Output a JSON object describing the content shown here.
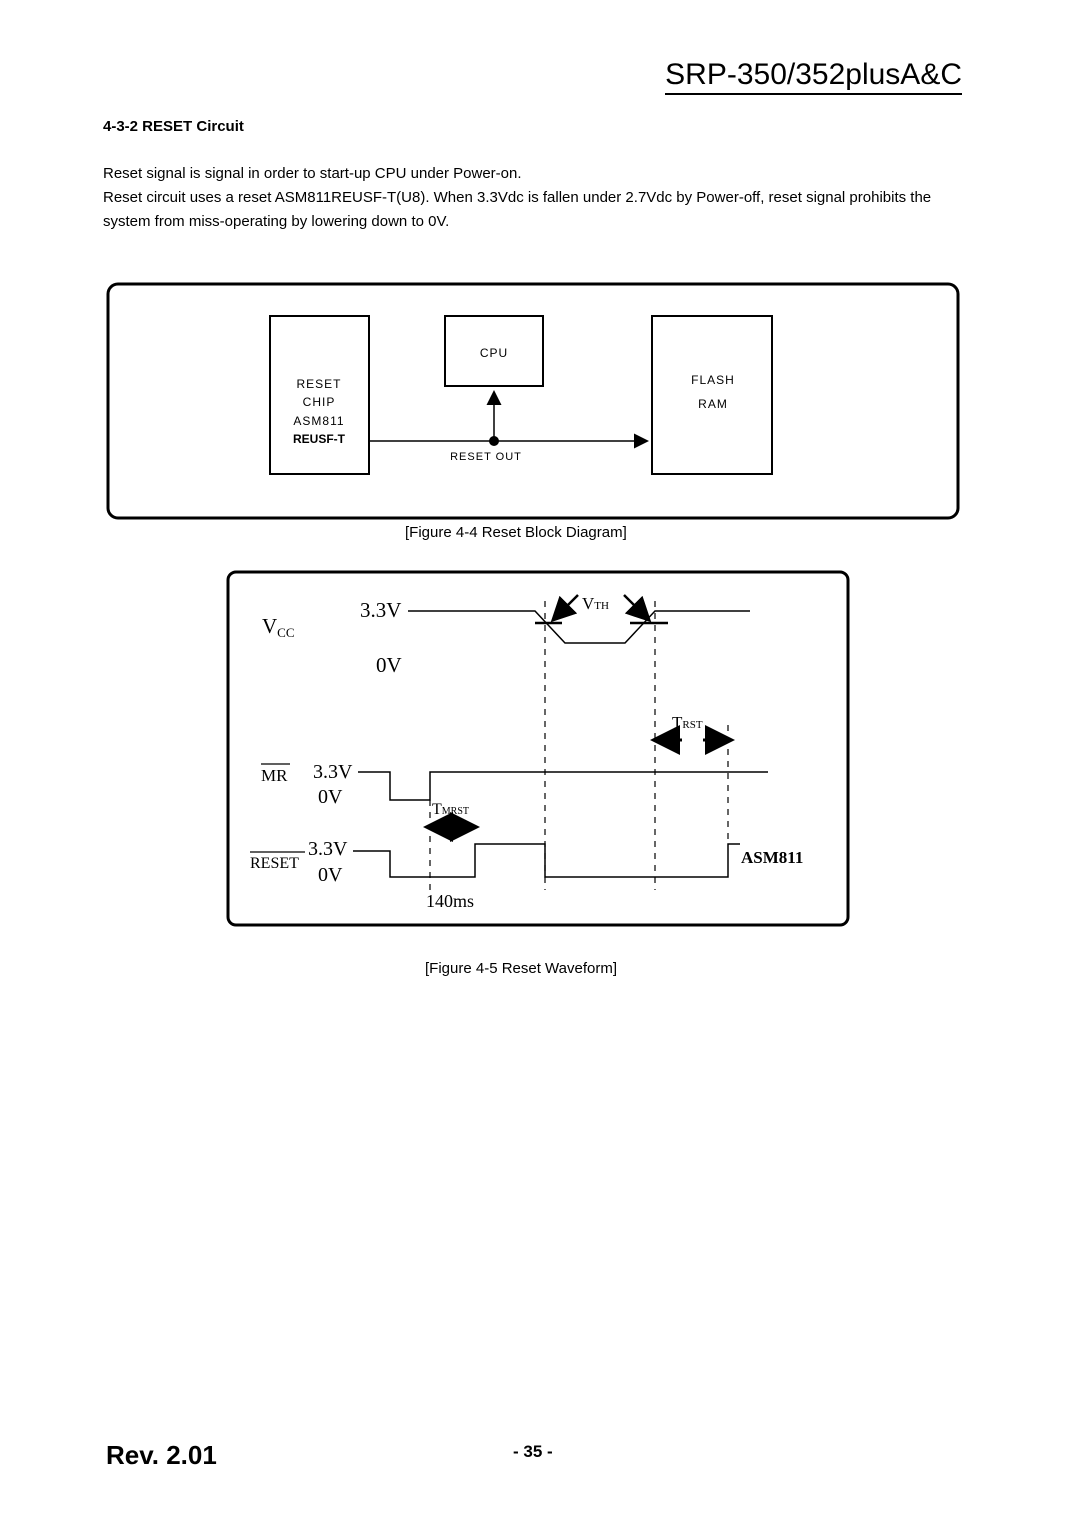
{
  "header": {
    "doc_title": "SRP-350/352plusA&C"
  },
  "section": {
    "heading": "4-3-2 RESET Circuit"
  },
  "body": {
    "p1": "Reset signal is signal in order to start-up CPU under Power-on.",
    "p2": "Reset circuit uses a reset ASM811REUSF-T(U8). When 3.3Vdc is fallen under 2.7Vdc by Power-off, reset signal prohibits the system from miss-operating by lowering down to 0V."
  },
  "block_diagram": {
    "reset_chip": [
      "RESET",
      "CHIP",
      "ASM811",
      "REUSF-T"
    ],
    "cpu": "CPU",
    "flash_ram": [
      "FLASH",
      "RAM"
    ],
    "signal": "RESET OUT",
    "caption": "[Figure 4-4 Reset Block Diagram]"
  },
  "waveform": {
    "vcc_label": "V",
    "vcc_sub": "CC",
    "vcc_high": "3.3V",
    "vcc_low": "0V",
    "vth_label": "V",
    "vth_sub": "TH",
    "trst_label": "T",
    "trst_sub": "RST",
    "mr_label": "MR",
    "mr_high": "3.3V",
    "mr_low": "0V",
    "tmrst_label": "T",
    "tmrst_sub": "MRST",
    "reset_label": "RESET",
    "reset_high": "3.3V",
    "reset_low": "0V",
    "pulse_width": "140ms",
    "chip": "ASM811",
    "caption": "[Figure 4-5 Reset Waveform]"
  },
  "footer": {
    "rev": "Rev. 2.01",
    "page": "- 35 -"
  }
}
